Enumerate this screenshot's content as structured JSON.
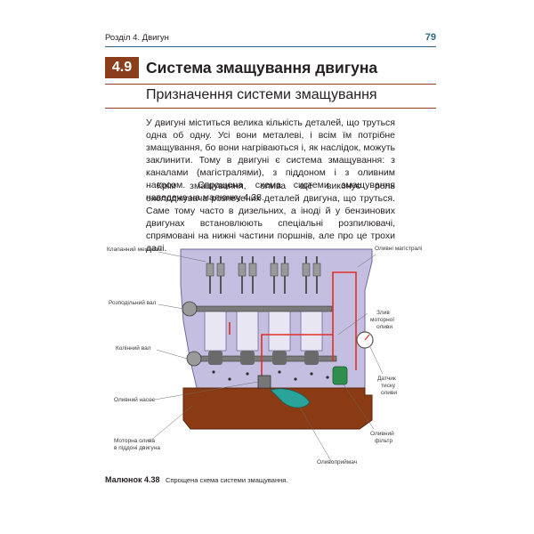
{
  "header": {
    "chapter": "Розділ 4. Двигун",
    "page_number": "79"
  },
  "section": {
    "number": "4.9",
    "title": "Система змащування двигуна",
    "subtitle": "Призначення системи змащування"
  },
  "paragraphs": [
    "У двигуні міститься велика кількість деталей, що труться одна об одну. Усі вони металеві, і всім їм потрібне змащування, бо вони нагріваються і, як наслідок, можуть заклинити. Тому в двигуні є система змащування: з каналами (магістралями), з піддоном і з оливним насосом. Спрощена схема системи змащування наведена на малюнку 4.38.",
    "Крім змащування, олива ще виконує роль охолоджувача розпечених деталей двигуна, що труться. Саме тому часто в дизельних, а іноді й у бензинових двигунах встановлюють спеціальні розпилювачі, спрямовані на нижні частини поршнів, але про це трохи далі."
  ],
  "figure": {
    "labels": {
      "valve": "Клапанний механізм",
      "camshaft": "Розподільний вал",
      "crankshaft": "Колінний вал",
      "pump": "Оливний насос",
      "sump_oil_1": "Моторна олива",
      "sump_oil_2": "в піддоні двигуна",
      "channels": "Оливні магістралі",
      "drain_1": "Злив",
      "drain_2": "моторної",
      "drain_3": "оливи",
      "sensor_1": "Датчик",
      "sensor_2": "тиску",
      "sensor_3": "оливи",
      "filter_1": "Оливний",
      "filter_2": "фільтр",
      "intake": "Оливоприймач"
    },
    "caption_number": "Малюнок 4.38",
    "caption_text": "Спрощена схема системи змащування."
  },
  "colors": {
    "accent_brown": "#8b3e1c",
    "accent_blue": "#2a6a82",
    "engine_block": "#c4bfe0",
    "sump_oil": "#8a3b14",
    "oil_line": "#e03025"
  }
}
